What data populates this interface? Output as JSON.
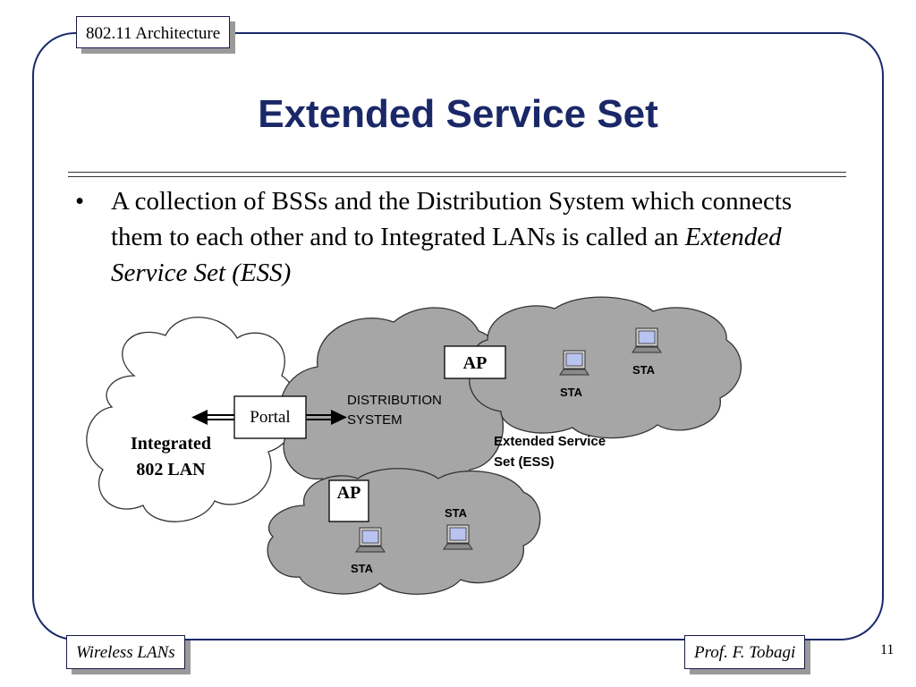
{
  "header": {
    "section_tag": "802.11 Architecture"
  },
  "title": "Extended Service Set",
  "body": {
    "bullet": "•",
    "text_plain": "A collection of BSSs and the Distribution System which connects them to each other and to Integrated LANs is called an ",
    "text_emphasis": "Extended Service Set (ESS)"
  },
  "diagram": {
    "integrated_lan_line1": "Integrated",
    "integrated_lan_line2": "802 LAN",
    "portal_label": "Portal",
    "ds_line1": "DISTRIBUTION",
    "ds_line2": "SYSTEM",
    "ap_top_label": "AP",
    "ap_bottom_label": "AP",
    "sta_labels": [
      "STA",
      "STA",
      "STA",
      "STA"
    ],
    "ess_line1": "Extended Service",
    "ess_line2": "Set (ESS)"
  },
  "footer": {
    "left": "Wireless LANs",
    "right": "Prof. F. Tobagi",
    "page_number": "11"
  },
  "colors": {
    "frame": "#1a2a6c",
    "title": "#1a2868",
    "cloud_gray": "#a6a6a6",
    "cloud_white": "#ffffff",
    "screen_blue": "#b9c3f0"
  }
}
